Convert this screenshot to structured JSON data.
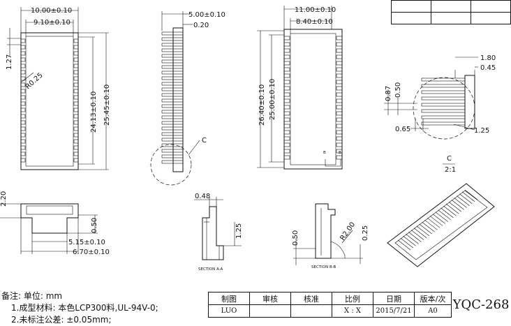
{
  "top_view": {
    "width_outer": "10.00±0.10",
    "width_inner": "9.10±0.10",
    "pitch": "1.27",
    "corner_radius": "R0.25",
    "length_inner": "24.13±0.10",
    "length_outer": "25.45±0.10"
  },
  "side_view": {
    "width": "5.00±0.10",
    "thickness": "0.20",
    "detail_callout": "C"
  },
  "bottom_view": {
    "width_outer": "11.00±0.10",
    "width_inner": "8.40±0.10",
    "length_outer": "26.40±0.10",
    "length_inner": "25.00±0.10",
    "section_label": "B"
  },
  "detail_c": {
    "dims": [
      "1.80",
      "0.45",
      "0.87",
      "0.50",
      "0.65",
      "1.25"
    ],
    "label": "C",
    "scale": "2:1"
  },
  "end_view": {
    "height": "2.20",
    "height_inner": "0.50",
    "width_inner": "5.15±0.10",
    "width_outer": "6.70±0.10"
  },
  "section_a": {
    "dims": [
      "0.48",
      "1.25"
    ],
    "label": "SECTION A-A"
  },
  "section_b": {
    "dims": [
      "0.50",
      "R2.00",
      "0.25"
    ],
    "label": "SECTION B-B"
  },
  "notes": {
    "title": "备注: 单位: mm",
    "item1": "1.成型材料: 本色LCP300料,UL-94V-0;",
    "item2": "2.未标注公差: ±0.05mm;"
  },
  "title_block": {
    "headers": [
      "制图",
      "审核",
      "核准",
      "比例",
      "日期",
      "版本/次"
    ],
    "values": [
      "LUO",
      "",
      "",
      "X : X",
      "2015/7/21",
      "A0"
    ],
    "part_number": "YQC-268"
  }
}
